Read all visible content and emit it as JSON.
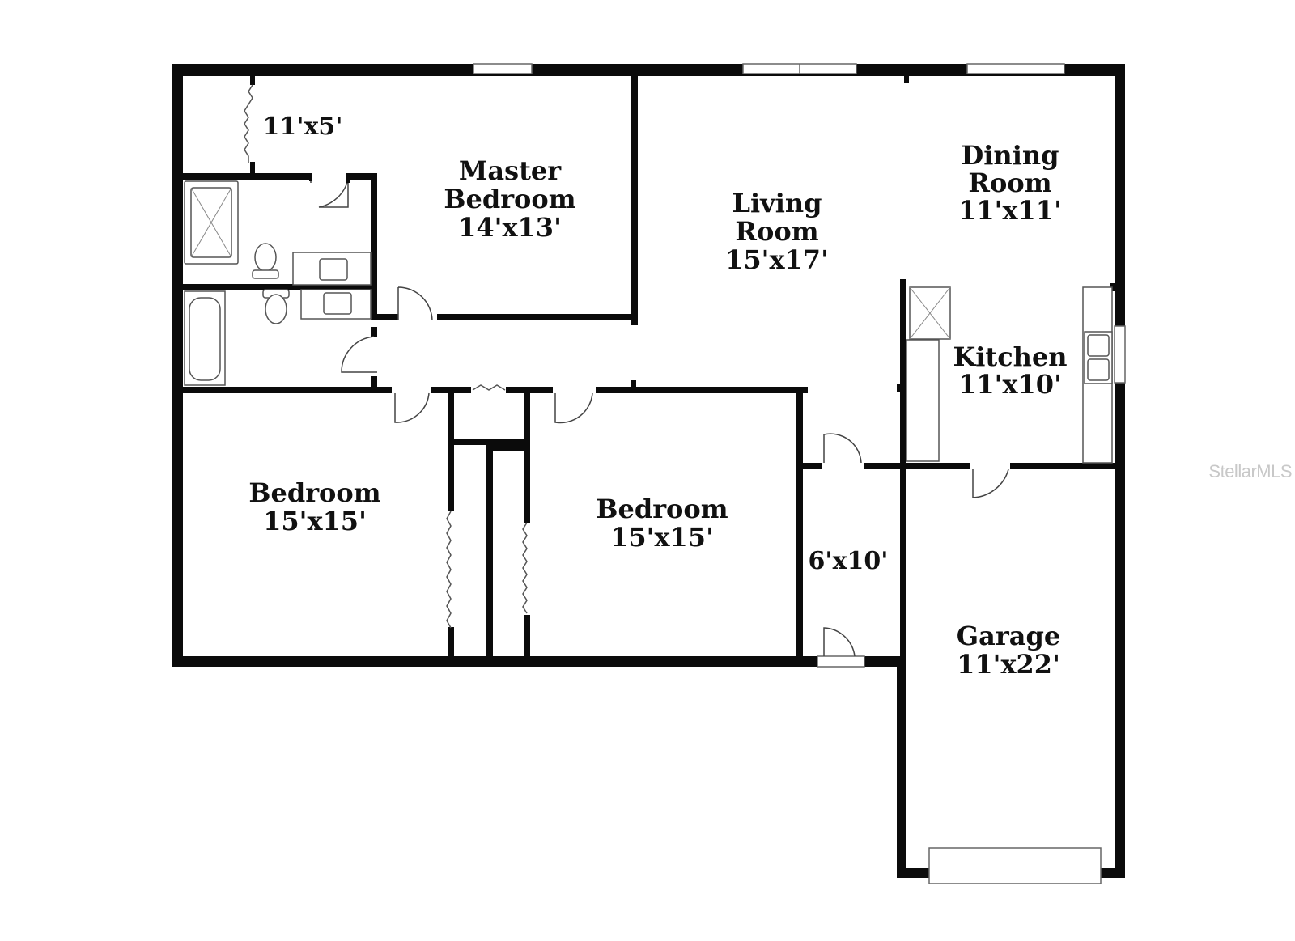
{
  "rooms": {
    "closet_small": {
      "dims": "11'x5'"
    },
    "master_bedroom": {
      "name_line1": "Master",
      "name_line2": "Bedroom",
      "dims": "14'x13'"
    },
    "living_room": {
      "name_line1": "Living",
      "name_line2": "Room",
      "dims": "15'x17'"
    },
    "dining_room": {
      "name_line1": "Dining",
      "name_line2": "Room",
      "dims": "11'x11'"
    },
    "kitchen": {
      "name": "Kitchen",
      "dims": "11'x10'"
    },
    "bedroom_left": {
      "name": "Bedroom",
      "dims": "15'x15'"
    },
    "bedroom_middle": {
      "name": "Bedroom",
      "dims": "15'x15'"
    },
    "laundry": {
      "dims": "6'x10'"
    },
    "garage": {
      "name": "Garage",
      "dims": "11'x22'"
    }
  },
  "watermark": "StellarMLS",
  "colors": {
    "wall": "#0b0b0b",
    "background": "#ffffff",
    "label": "#111111",
    "watermark": "#c8c8c8"
  }
}
